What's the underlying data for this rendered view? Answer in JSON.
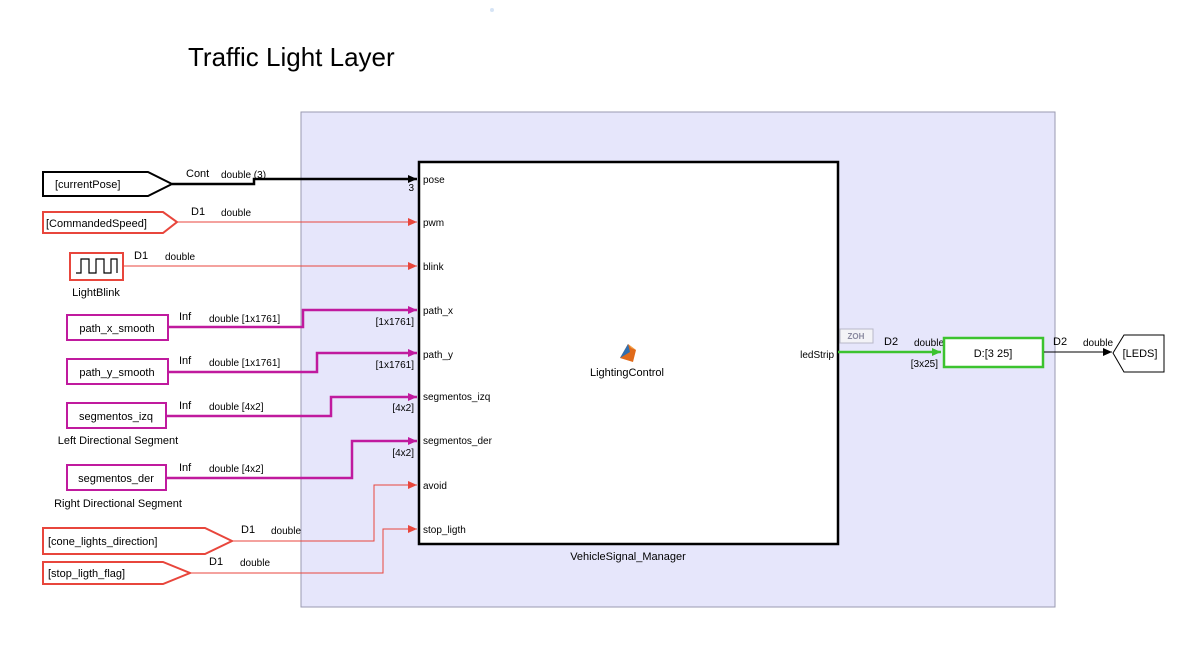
{
  "title": "Traffic Light  Layer",
  "colors": {
    "subsystem_fill": "#e6e6fb",
    "subsystem_stroke": "#9a9ab0",
    "black": "#000000",
    "red": "#e8463c",
    "magenta": "#c01a9e",
    "green": "#3cc32f"
  },
  "sources": {
    "current_pose": "[currentPose]",
    "commanded_speed": "[CommandedSpeed]",
    "light_blink_caption": "LightBlink",
    "path_x_smooth": "path_x_smooth",
    "path_y_smooth": "path_y_smooth",
    "segmentos_izq": "segmentos_izq",
    "segmentos_izq_caption": "Left Directional Segment",
    "segmentos_der": "segmentos_der",
    "segmentos_der_caption": "Right Directional Segment",
    "cone_lights_direction": "[cone_lights_direction]",
    "stop_ligth_flag": "[stop_ligth_flag]"
  },
  "signals": {
    "pose": {
      "rate": "Cont",
      "type": "double (3)",
      "dim": "3"
    },
    "pwm": {
      "rate": "D1",
      "type": "double"
    },
    "blink": {
      "rate": "D1",
      "type": "double"
    },
    "path_x": {
      "rate": "Inf",
      "type": "double [1x1761]",
      "dim": "[1x1761]"
    },
    "path_y": {
      "rate": "Inf",
      "type": "double [1x1761]",
      "dim": "[1x1761]"
    },
    "segmentos_izq": {
      "rate": "Inf",
      "type": "double [4x2]",
      "dim": "[4x2]"
    },
    "segmentos_der": {
      "rate": "Inf",
      "type": "double [4x2]",
      "dim": "[4x2]"
    },
    "avoid": {
      "rate": "D1",
      "type": "double"
    },
    "stop_ligth": {
      "rate": "D1",
      "type": "double"
    },
    "led_strip": {
      "rate": "D2",
      "type": "double",
      "dim": "[3x25]",
      "zoh": "ZOH"
    },
    "leds_out": {
      "rate": "D2",
      "type": "double"
    }
  },
  "main_block": {
    "name": "VehicleSignal_Manager",
    "center_label": "LightingControl",
    "inputs": [
      "pose",
      "pwm",
      "blink",
      "path_x",
      "path_y",
      "segmentos_izq",
      "segmentos_der",
      "avoid",
      "stop_ligth"
    ],
    "output": "ledStrip"
  },
  "convert_block": "D:[3 25]",
  "goto_block": "[LEDS]"
}
